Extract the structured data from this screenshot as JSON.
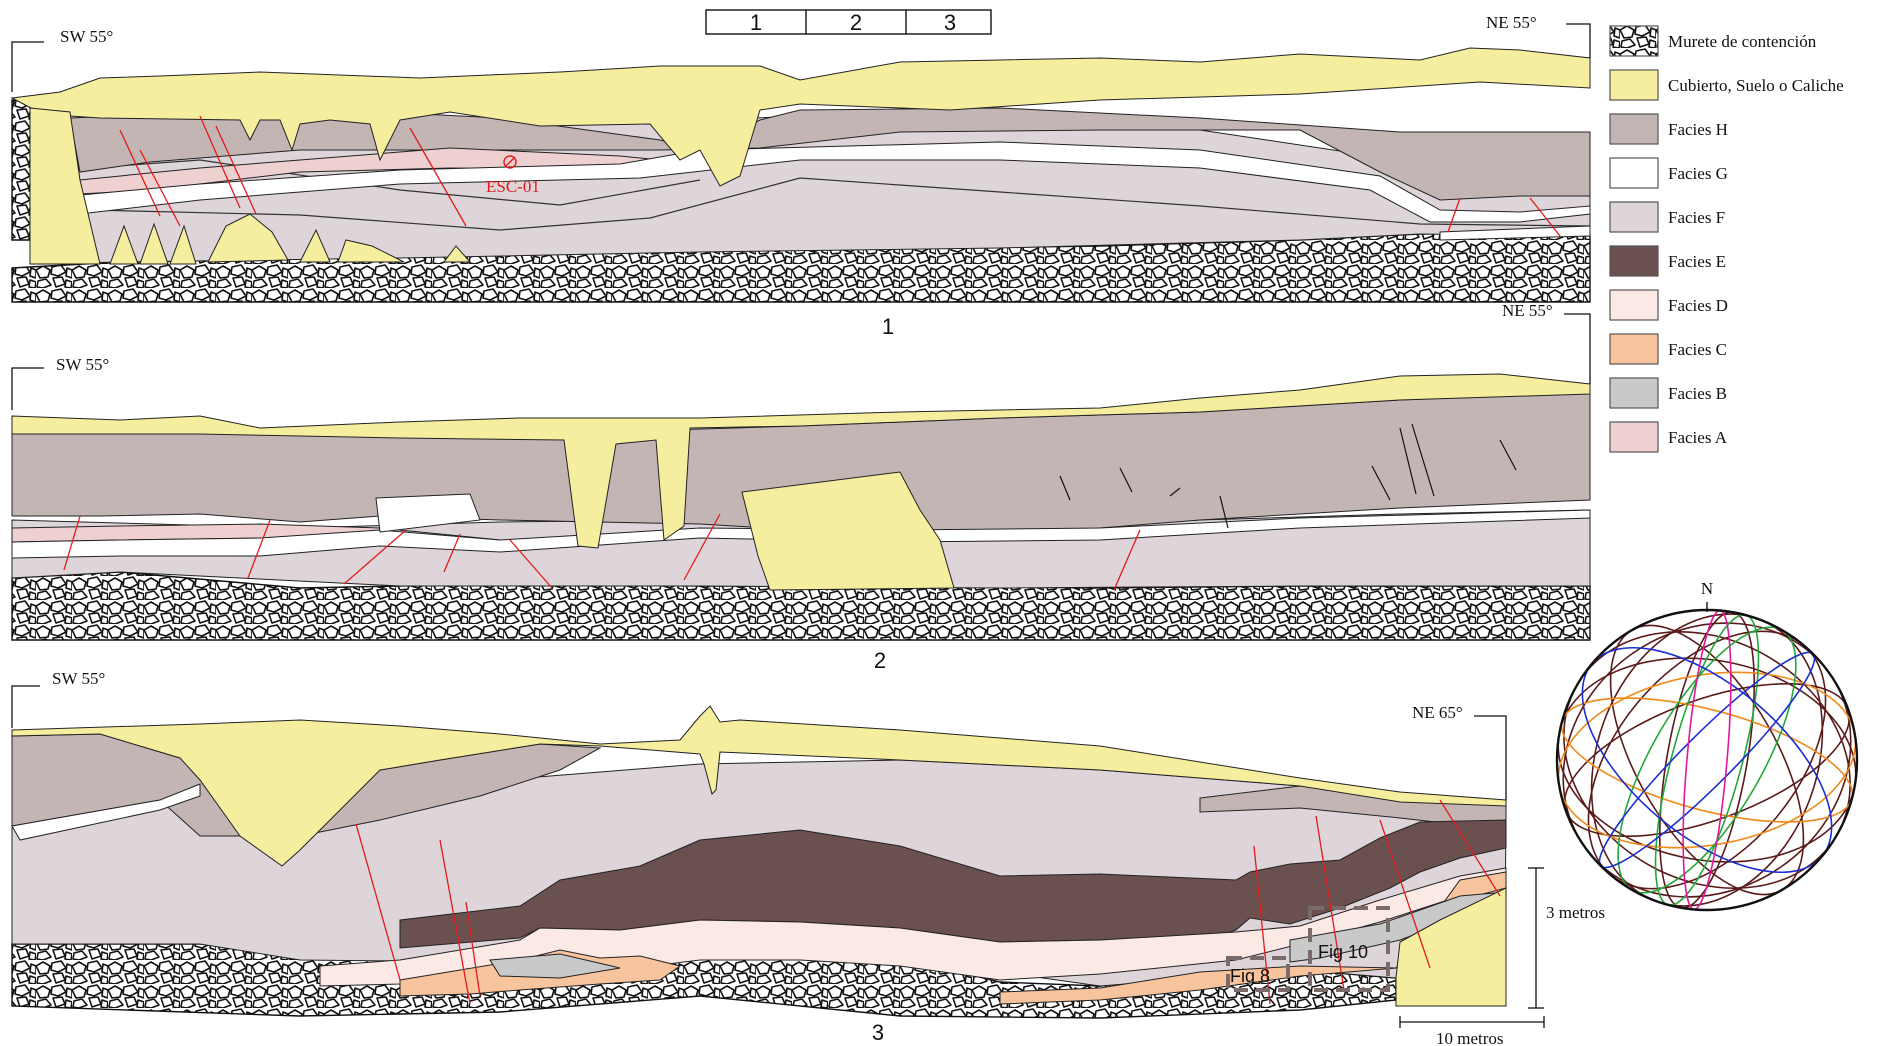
{
  "index_boxes": [
    "1",
    "2",
    "3"
  ],
  "panels": [
    {
      "number": "1",
      "left_label": "SW 55°",
      "right_label": "NE 55°",
      "sample_label": "ESC-01"
    },
    {
      "number": "2",
      "left_label": "SW 55°",
      "right_label": "NE 55°"
    },
    {
      "number": "3",
      "left_label": "SW 55°",
      "right_label": "NE 65°",
      "fig_labels": [
        "Fig 8",
        "Fig 10"
      ]
    }
  ],
  "scale": {
    "vertical": "3 metros",
    "horizontal": "10 metros"
  },
  "legend": [
    {
      "label": "Murete de contención",
      "color": "#ffffff",
      "pattern": "rubble"
    },
    {
      "label": "Cubierto, Suelo o Caliche",
      "color": "#f6ee9f"
    },
    {
      "label": "Facies H",
      "color": "#c4b5b5"
    },
    {
      "label": "Facies G",
      "color": "#ffffff"
    },
    {
      "label": "Facies F",
      "color": "#ddd5d9"
    },
    {
      "label": "Facies E",
      "color": "#6b5050"
    },
    {
      "label": "Facies D",
      "color": "#fbe9e6"
    },
    {
      "label": "Facies C",
      "color": "#f8c49d"
    },
    {
      "label": "Facies B",
      "color": "#c9c9c9"
    },
    {
      "label": "Facies A",
      "color": "#efd0d0"
    }
  ],
  "stereonet": {
    "north_label": "N"
  }
}
